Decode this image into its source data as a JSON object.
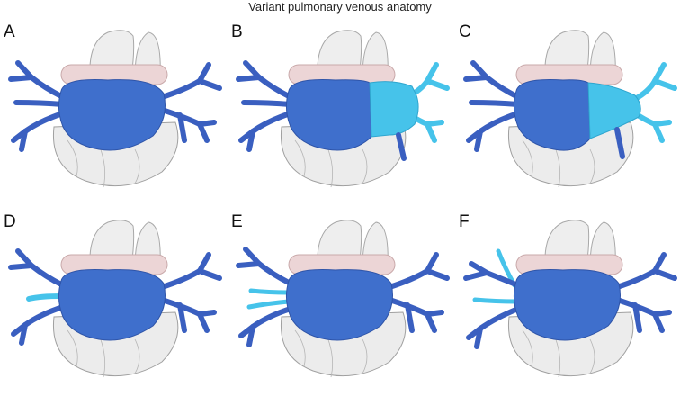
{
  "figure": {
    "title": "Variant pulmonary venous anatomy",
    "colors": {
      "la_blue": "#3f6fcc",
      "la_blue_dark": "#2e54a8",
      "vein_blue": "#3a5fc0",
      "variant_cyan": "#46c3ea",
      "pa_pink": "#ecd5d6",
      "heart_gray": "#e8e8e8",
      "outline_gray": "#9a9a9a"
    },
    "panels": [
      {
        "label": "A"
      },
      {
        "label": "B"
      },
      {
        "label": "C"
      },
      {
        "label": "D"
      },
      {
        "label": "E"
      },
      {
        "label": "F"
      }
    ]
  }
}
